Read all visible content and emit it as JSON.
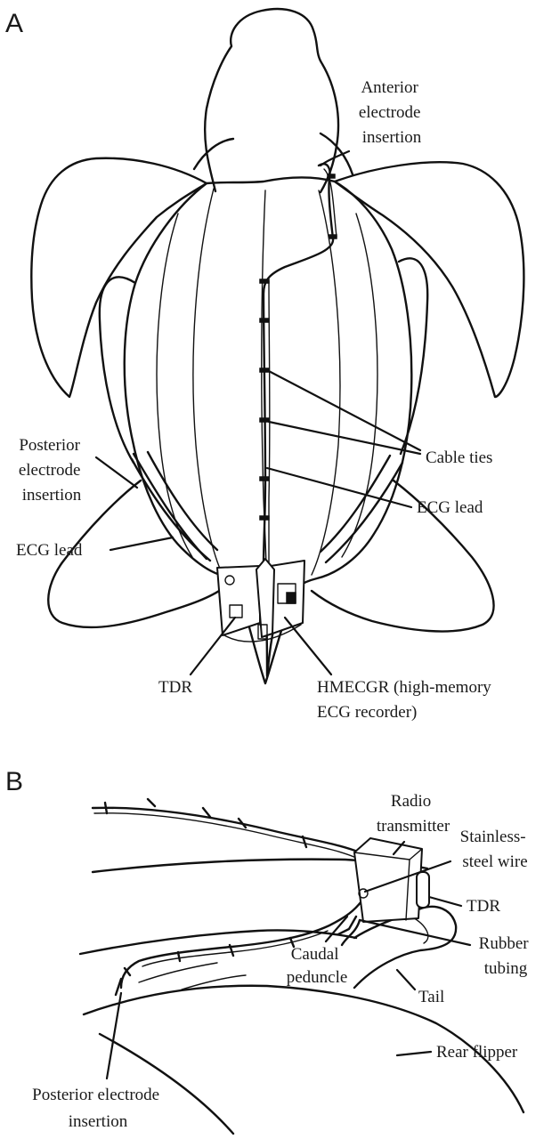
{
  "panels": {
    "a": {
      "letter": "A",
      "labels": {
        "anterior_electrode_insertion": [
          "Anterior",
          "electrode",
          "insertion"
        ],
        "posterior_electrode_insertion": [
          "Posterior",
          "electrode",
          "insertion"
        ],
        "cable_ties": "Cable ties",
        "ecg_lead_right": "ECG lead",
        "ecg_lead_left": "ECG lead",
        "tdr": "TDR",
        "hmecgr": [
          "HMECGR (high-memory",
          "ECG recorder)"
        ]
      }
    },
    "b": {
      "letter": "B",
      "labels": {
        "radio_transmitter": [
          "Radio",
          "transmitter"
        ],
        "stainless_steel_wire": [
          "Stainless-",
          "steel wire"
        ],
        "tdr": "TDR",
        "rubber_tubing": [
          "Rubber",
          "tubing"
        ],
        "caudal_peduncle": [
          "Caudal",
          "peduncle"
        ],
        "tail": "Tail",
        "rear_flipper": "Rear flipper",
        "posterior_electrode_insertion": [
          "Posterior electrode",
          "insertion"
        ]
      }
    }
  }
}
